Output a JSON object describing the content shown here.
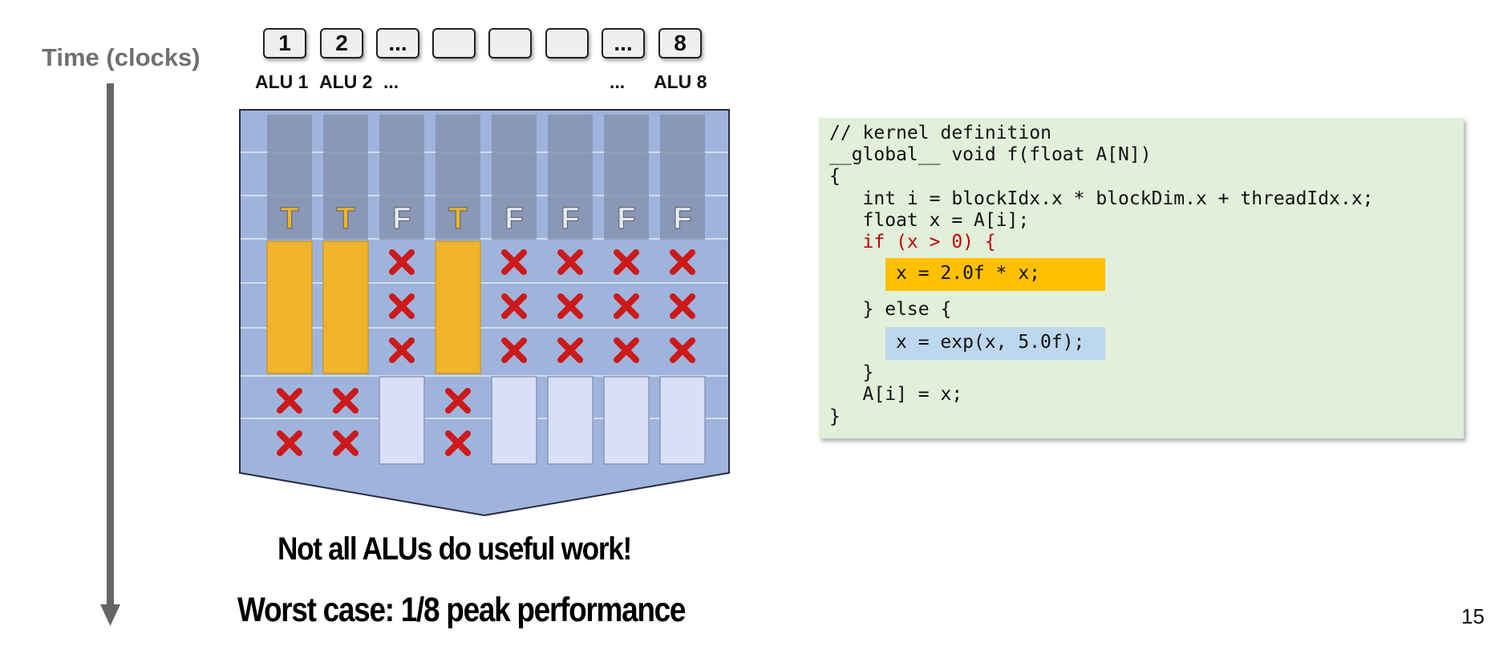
{
  "time_axis": {
    "label": "Time (clocks)"
  },
  "alus": {
    "boxes": [
      "1",
      "2",
      "...",
      "",
      "",
      "",
      "...",
      "8"
    ],
    "labels": [
      "ALU 1",
      "ALU 2",
      "...",
      "",
      "",
      "",
      "...",
      "ALU 8"
    ]
  },
  "lanes": [
    {
      "flag": "T",
      "if_branch": [
        "work",
        "work",
        "work"
      ],
      "else_branch": [
        "idle",
        "idle"
      ]
    },
    {
      "flag": "T",
      "if_branch": [
        "work",
        "work",
        "work"
      ],
      "else_branch": [
        "idle",
        "idle"
      ]
    },
    {
      "flag": "F",
      "if_branch": [
        "idle",
        "idle",
        "idle"
      ],
      "else_branch": [
        "work",
        "work"
      ]
    },
    {
      "flag": "T",
      "if_branch": [
        "work",
        "work",
        "work"
      ],
      "else_branch": [
        "idle",
        "idle"
      ]
    },
    {
      "flag": "F",
      "if_branch": [
        "idle",
        "idle",
        "idle"
      ],
      "else_branch": [
        "work",
        "work"
      ]
    },
    {
      "flag": "F",
      "if_branch": [
        "idle",
        "idle",
        "idle"
      ],
      "else_branch": [
        "work",
        "work"
      ]
    },
    {
      "flag": "F",
      "if_branch": [
        "idle",
        "idle",
        "idle"
      ],
      "else_branch": [
        "work",
        "work"
      ]
    },
    {
      "flag": "F",
      "if_branch": [
        "idle",
        "idle",
        "idle"
      ],
      "else_branch": [
        "work",
        "work"
      ]
    }
  ],
  "captions": {
    "line1": "Not all ALUs do useful work!",
    "line2": "Worst case: 1/8 peak performance"
  },
  "code": {
    "lines": [
      "// kernel definition",
      "__global__ void f(float A[N])",
      "{",
      "   int i = blockIdx.x * blockDim.x + threadIdx.x;",
      "   float x = A[i];"
    ],
    "if_line": "   if (x > 0) {",
    "true_branch": "x = 2.0f * x;",
    "else_line": "   } else {",
    "false_branch": "x = exp(x, 5.0f);",
    "closing_lines": [
      "   }",
      "   A[i] = x;",
      "}"
    ]
  },
  "colors": {
    "true_flag": "#f0b429",
    "false_flag": "#e8ecf8",
    "active_work": "#efb32c",
    "else_work": "#d8e0f8",
    "idle_mark": "#cc1a1a",
    "background_panel": "#9fb4dc",
    "header_column": "#8593b0",
    "code_bg": "#e2efda",
    "true_highlight": "#ffc000",
    "false_highlight": "#bdd7ee"
  },
  "page_number": "15"
}
